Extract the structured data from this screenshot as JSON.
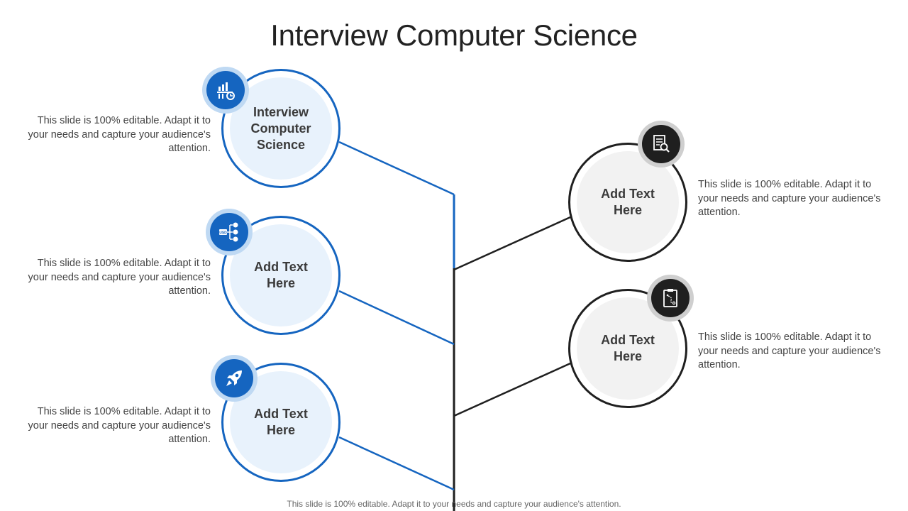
{
  "title": "Interview Computer Science",
  "colors": {
    "accent_blue": "#1565c0",
    "accent_dark": "#1f1f1f",
    "light_blue": "#e8f2fc",
    "light_gray": "#f2f2f2"
  },
  "left_items": [
    {
      "label": "Interview Computer Science",
      "icon": "bar-chart-building-icon",
      "description": "This slide is 100% editable. Adapt it to your needs and capture your audience's attention."
    },
    {
      "label": "Add Text Here",
      "icon": "usd-network-icon",
      "description": "This slide is 100% editable. Adapt it to your needs and capture your audience's attention."
    },
    {
      "label": "Add Text Here",
      "icon": "rocket-icon",
      "description": "This slide is 100% editable. Adapt it to your needs and capture your audience's attention."
    }
  ],
  "right_items": [
    {
      "label": "Add Text Here",
      "icon": "document-search-icon",
      "description": "This slide is 100% editable. Adapt it to your needs and capture your audience's attention."
    },
    {
      "label": "Add Text Here",
      "icon": "clipboard-strategy-icon",
      "description": "This slide is 100% editable. Adapt it to your needs and capture your audience's attention."
    }
  ],
  "footer": "This slide is 100% editable. Adapt it to your needs and capture your audience's attention."
}
